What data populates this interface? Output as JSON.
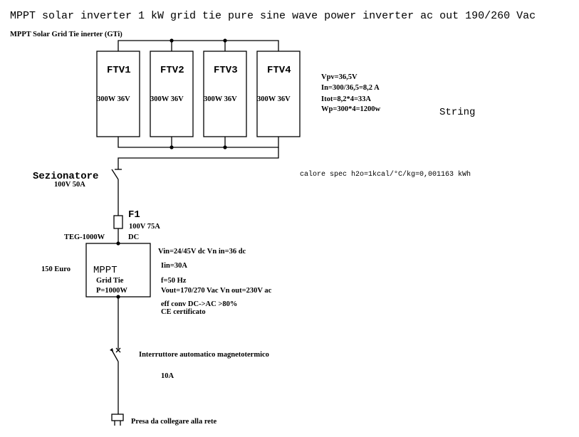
{
  "title": "MPPT solar inverter 1 kW grid tie pure sine wave power inverter ac out 190/260 Vac",
  "subtitle": "MPPT Solar Grid Tie inerter (GTi)",
  "panels": [
    {
      "name": "FTV1",
      "rating": "300W 36V"
    },
    {
      "name": "FTV2",
      "rating": "300W 36V"
    },
    {
      "name": "FTV3",
      "rating": "300W 36V"
    },
    {
      "name": "FTV4",
      "rating": "300W 36V"
    }
  ],
  "calc": [
    "Vpv=36,5V",
    "In=300/36,5=8,2 A",
    "Itot=8,2*4=33A",
    "Wp=300*4=1200w"
  ],
  "string_label": "String",
  "note": "calore spec h2o=1kcal/°C/kg=0,001163 kWh",
  "disconnector": {
    "label": "Sezionatore",
    "rating": "100V 50A"
  },
  "fuse": {
    "label": "F1",
    "rating": "100V 75A"
  },
  "inverter": {
    "model": "TEG-1000W",
    "dc": "DC",
    "price": "150 Euro",
    "name": "MPPT",
    "type": "Grid Tie",
    "power": "P=1000W",
    "specs": [
      "Vin=24/45V dc  Vn in=36 dc",
      "Iin=30A",
      "f=50 Hz",
      "Vout=170/270 Vac  Vn out=230V ac",
      "eff conv DC->AC >80%",
      "CE certificato"
    ]
  },
  "breaker": {
    "label": "Interruttore automatico magnetotermico",
    "rating": "10A"
  },
  "socket": {
    "label": "Presa da collegare alla rete"
  }
}
